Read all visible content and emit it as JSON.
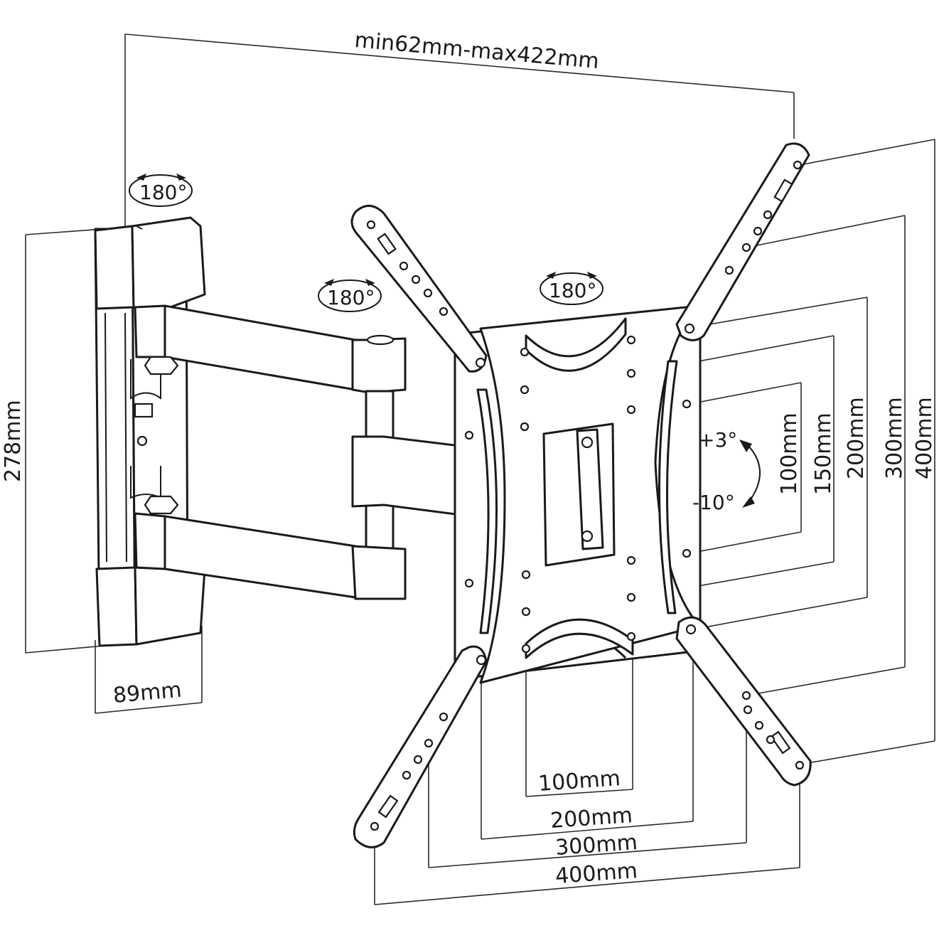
{
  "dimensions": {
    "depth": "min62mm-max422mm",
    "wall_plate_height": "278mm",
    "wall_plate_width": "89mm",
    "vesa_horizontal": [
      "100mm",
      "200mm",
      "300mm",
      "400mm"
    ],
    "vesa_vertical": [
      "100mm",
      "150mm",
      "200mm",
      "300mm",
      "400mm"
    ]
  },
  "rotations": {
    "wall_swivel": "180°",
    "arm_swivel": "180°",
    "plate_rotation": "180°"
  },
  "tilt": {
    "up": "+3°",
    "down": "-10°"
  }
}
